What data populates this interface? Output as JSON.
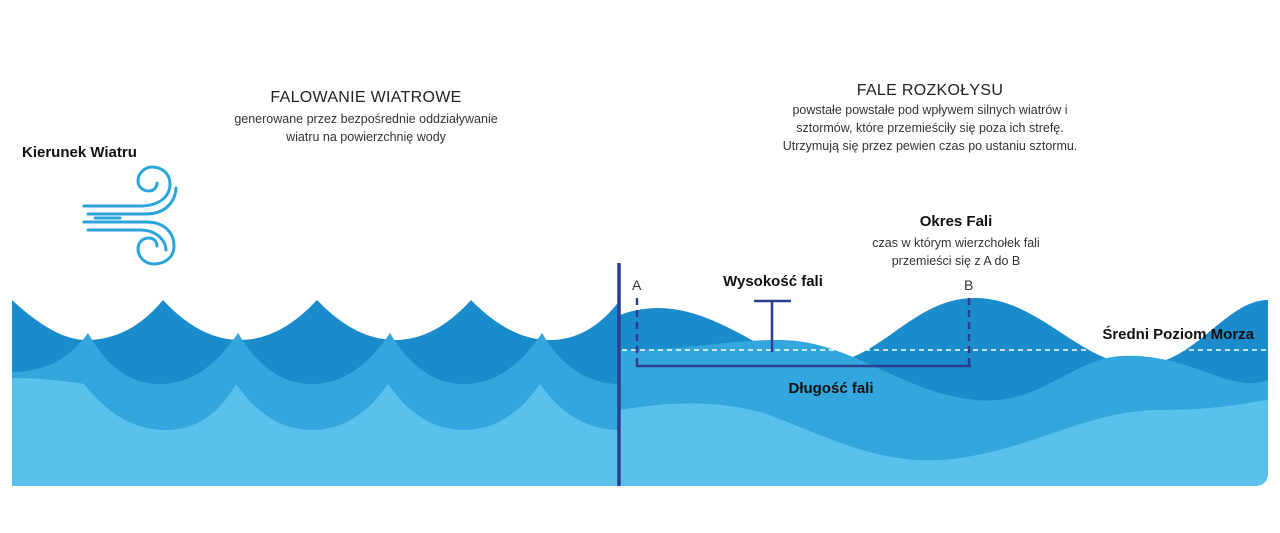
{
  "left_panel": {
    "title": "FALOWANIE WIATROWE",
    "description_lines": [
      "generowane przez bezpośrednie oddziaływanie",
      "wiatru na powierzchnię wody"
    ],
    "wind_label": "Kierunek Wiatru",
    "wind_icon": "wind-swirl-icon"
  },
  "right_panel": {
    "title": "FALE ROZKOŁYSU",
    "description_lines": [
      "powstałe powstałe pod wpływem silnych wiatrów i",
      "sztormów, które przemieściły się poza ich strefę.",
      "Utrzymują się przez pewien czas po ustaniu sztormu."
    ],
    "period_title": "Okres Fali",
    "period_description_lines": [
      "czas w którym wierzchołek fali",
      "przemieści się z A do B"
    ],
    "point_a": "A",
    "point_b": "B",
    "wave_height_label": "Wysokość fali",
    "wave_length_label": "Długość fali",
    "mean_sea_level_label": "Średni Poziom Morza"
  },
  "colors": {
    "water_dark": "#1a8ccc",
    "water_mid": "#33a6dd",
    "water_light": "#5ac0ec",
    "marker": "#2d3d8f",
    "dashed_line": "#ffffff"
  }
}
